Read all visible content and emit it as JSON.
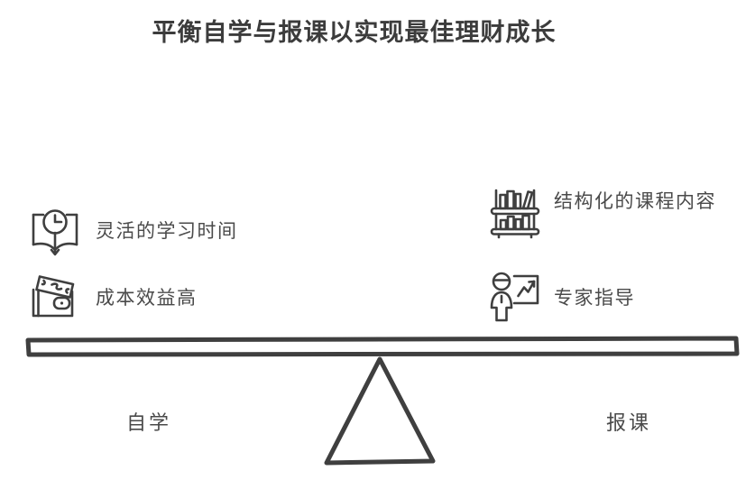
{
  "title": "平衡自学与报课以实现最佳理财成长",
  "colors": {
    "ink": "#3c3c3c",
    "text": "#4a4a4a",
    "background": "#ffffff"
  },
  "left_side": {
    "pan_label": "自学",
    "features": [
      {
        "icon": "open-book-clock-icon",
        "label": "灵活的学习时间"
      },
      {
        "icon": "wallet-money-icon",
        "label": "成本效益高"
      }
    ]
  },
  "right_side": {
    "pan_label": "报课",
    "features": [
      {
        "icon": "bookshelf-icon",
        "label": "结构化的课程内容"
      },
      {
        "icon": "expert-presenter-chart-icon",
        "label": "专家指导"
      }
    ]
  },
  "diagram": {
    "type": "balance-scale",
    "beam_label": "balance-beam",
    "fulcrum_label": "fulcrum-triangle"
  }
}
